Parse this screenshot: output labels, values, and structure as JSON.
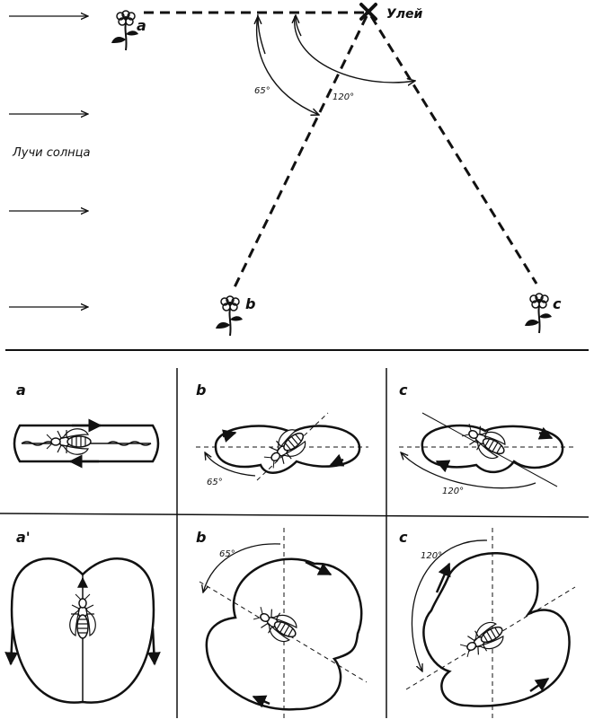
{
  "top": {
    "hive_label": "Улей",
    "sun_rays_label": "Лучи солнца",
    "flower_labels": {
      "a": "a",
      "b": "b",
      "c": "c"
    },
    "angle_b": "65°",
    "angle_c": "120°"
  },
  "panels": {
    "row1": [
      {
        "letter": "a"
      },
      {
        "letter": "b",
        "angle": "65°"
      },
      {
        "letter": "c",
        "angle": "120°"
      }
    ],
    "row2": [
      {
        "letter": "a'"
      },
      {
        "letter": "b",
        "angle": "65°"
      },
      {
        "letter": "c",
        "angle": "120°"
      }
    ]
  }
}
